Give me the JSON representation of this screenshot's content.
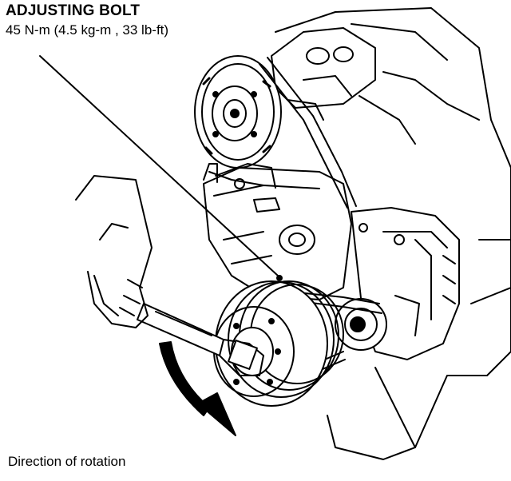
{
  "callout": {
    "title": "ADJUSTING BOLT",
    "spec": "45 N-m (4.5 kg-m , 33 lb-ft)"
  },
  "caption": "Direction of rotation",
  "colors": {
    "ink": "#000000",
    "paper": "#ffffff"
  }
}
